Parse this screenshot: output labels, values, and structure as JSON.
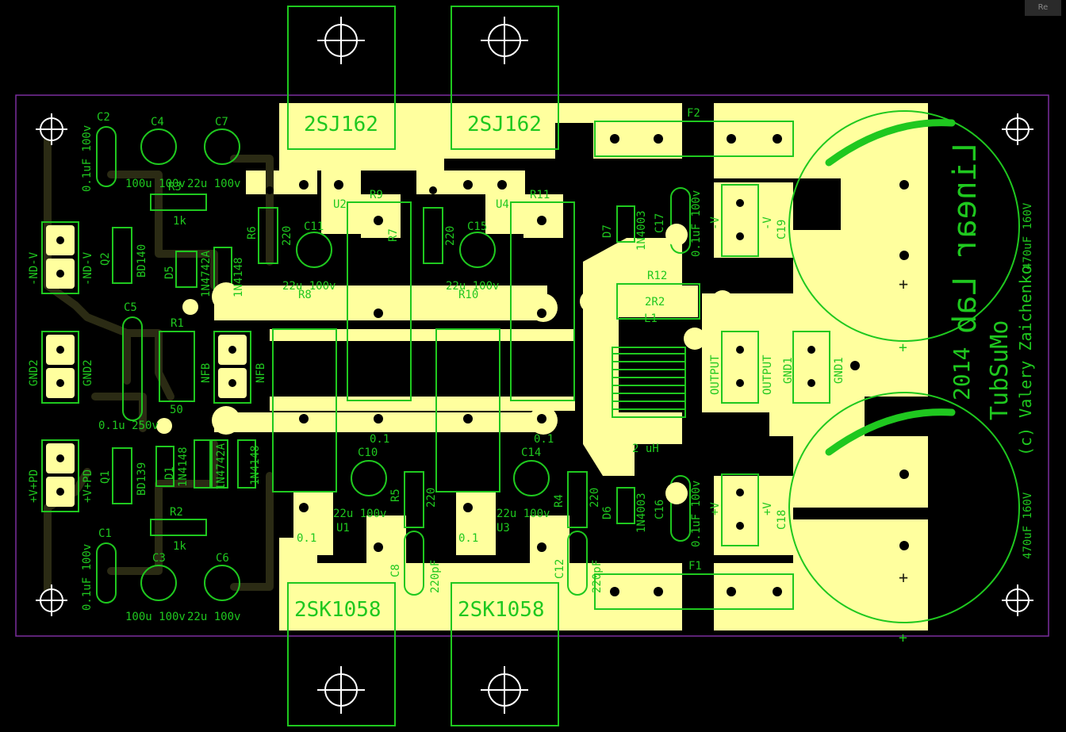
{
  "corner_tab": "Re",
  "colors": {
    "background": "#000000",
    "copper": "#ffff9e",
    "trace": "#1e1e10",
    "silkscreen": "#1fc81f",
    "outline": "#7a2e9e",
    "pad_hole": "#000000"
  },
  "labels": {
    "q_top_left": "2SJ162",
    "q_top_right": "2SJ162",
    "q_bot_left": "2SK1058",
    "q_bot_right": "2SK1058",
    "f2": "F2",
    "f1": "F1",
    "c2": "C2",
    "c2_val": "0.1uF 100v",
    "c4": "C4",
    "c7": "C7",
    "c4_val": "100u 100v",
    "c7_val": "22u 100v",
    "r3": "R3",
    "r3_val": "1k",
    "u2": "U2",
    "r9": "R9",
    "u4": "U4",
    "r11": "R11",
    "r6": "R6",
    "r6_val": "220",
    "r7": "R7",
    "r7_val": "220",
    "c11": "C11",
    "c11_val": "22u 100v",
    "c15": "C15",
    "c15_val": "22u 100v",
    "r8": "R8",
    "r10": "R10",
    "nd_left": "-ND-V",
    "nd_right": "-ND-V",
    "q2": "Q2",
    "bd140": "BD140",
    "d5": "D5",
    "d5_val": "1N4742A",
    "d_1n4148a": "1N4148",
    "gnd2_left": "GND2",
    "gnd2_right": "GND2",
    "c5": "C5",
    "c5_val": "0.1u 250v",
    "r1": "R1",
    "r1_val": "50",
    "nfb_left": "NFB",
    "nfb_right": "NFB",
    "pd_left": "+V+PD",
    "pd_right": "+V+PD",
    "q1": "Q1",
    "bd139": "BD139",
    "d1": "D1",
    "d1_val": "1N4148",
    "d_1n4742b": "1N4742A",
    "d_1n4148b": "1N4148",
    "r2": "R2",
    "r2_val": "1k",
    "c1": "C1",
    "c1_val": "0.1uF 100v",
    "c3": "C3",
    "c6": "C6",
    "c3_val": "100u 100v",
    "c6_val": "22u 100v",
    "c10": "C10",
    "c10_top": "0.1",
    "c14": "C14",
    "c14_top": "0.1",
    "u1": "U1",
    "u3": "U3",
    "r5": "R5",
    "r5_val": "220",
    "r4": "R4",
    "r4_val": "220",
    "c10_val": "22u 100v",
    "c14_val": "22u 100v",
    "c8": "C8",
    "c8_val": "220pF",
    "c12": "C12",
    "c12_val": "220pF",
    "u1_tag": "0.1",
    "u3_tag": "0.1",
    "d7": "D7",
    "d7_val": "1N4003",
    "d6": "D6",
    "d6_val": "1N4003",
    "c17": "C17",
    "c17_val": "0.1uF 100v",
    "c16": "C16",
    "c16_val": "0.1uF 100v",
    "r12": "R12",
    "r12_val": "2R2",
    "l1": "L1",
    "l1_val": "2 uH",
    "minus_v": "-V",
    "minus_v2": "-V",
    "c19": "C19",
    "plus_v": "+V",
    "plus_v2": "+V",
    "c18": "C18",
    "output_l": "OUTPUT",
    "output_r": "OUTPUT",
    "gnd1_l": "GND1",
    "gnd1_r": "GND1",
    "cap_val_top": "470uF 160V",
    "cap_val_bot": "470uF 160V",
    "credit": "(c) Valery Zaichenko",
    "brand": "TubSuMo",
    "year": "2014",
    "mirror_text": "Linear Lab",
    "plus": "+",
    "minus": "-"
  }
}
